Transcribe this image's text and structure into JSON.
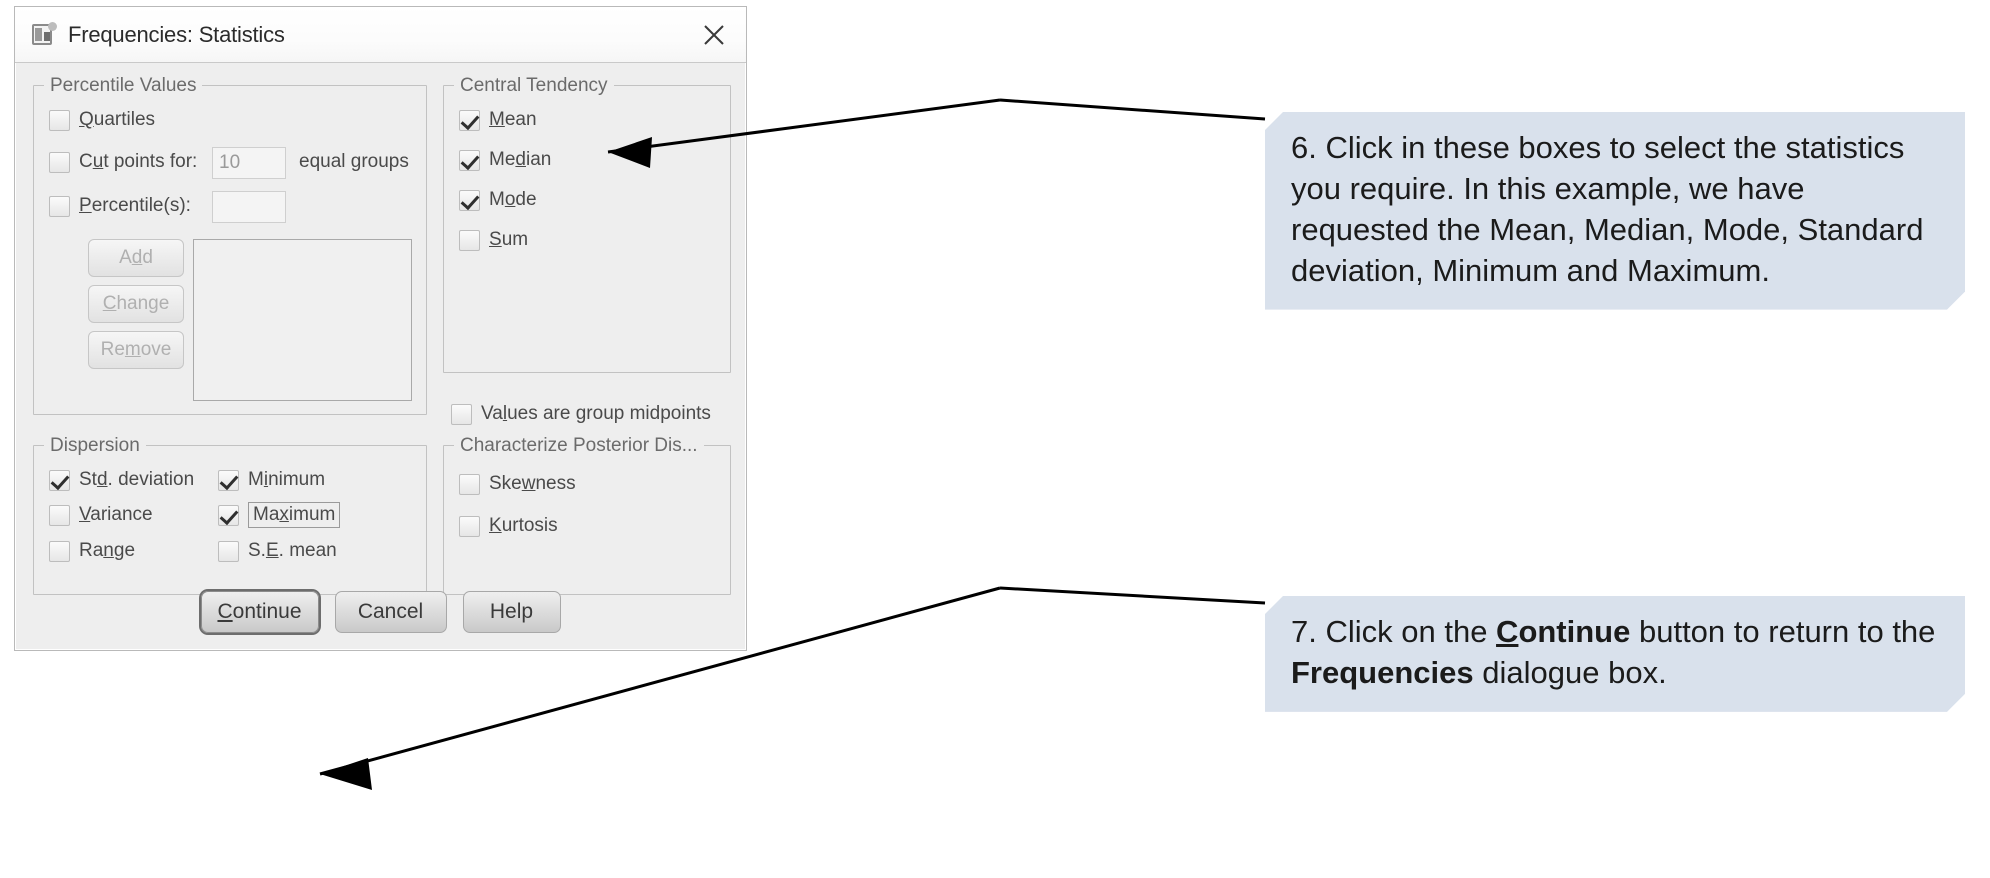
{
  "window": {
    "title": "Frequencies: Statistics",
    "icon": "spss-dialog-icon",
    "close_label": "×"
  },
  "groups": {
    "percentile_values": {
      "legend": "Percentile Values",
      "checkboxes": [
        {
          "label_pre": "",
          "mnemonic": "Q",
          "label_post": "uartiles",
          "checked": false
        },
        {
          "label_pre": "C",
          "mnemonic": "u",
          "label_post": "t points for:",
          "checked": false
        },
        {
          "label_pre": "",
          "mnemonic": "P",
          "label_post": "ercentile(s):",
          "checked": false
        }
      ],
      "cutpoints_value": "10",
      "cutpoints_suffix": "equal groups",
      "percentile_value": "",
      "buttons": [
        {
          "label_pre": "A",
          "mnemonic": "d",
          "label_post": "d",
          "enabled": false
        },
        {
          "label_pre": "",
          "mnemonic": "C",
          "label_post": "hange",
          "enabled": false
        },
        {
          "label_pre": "Re",
          "mnemonic": "m",
          "label_post": "ove",
          "enabled": false
        }
      ],
      "list_items": []
    },
    "central_tendency": {
      "legend": "Central Tendency",
      "checkboxes": [
        {
          "label_pre": "",
          "mnemonic": "M",
          "label_post": "ean",
          "checked": true
        },
        {
          "label_pre": "Me",
          "mnemonic": "d",
          "label_post": "ian",
          "checked": true
        },
        {
          "label_pre": "M",
          "mnemonic": "o",
          "label_post": "de",
          "checked": true
        },
        {
          "label_pre": "",
          "mnemonic": "S",
          "label_post": "um",
          "checked": false
        }
      ]
    },
    "values_are_group_midpoints": {
      "label_pre": "Va",
      "mnemonic": "l",
      "label_post": "ues are group midpoints",
      "checked": false
    },
    "dispersion": {
      "legend": "Dispersion",
      "checkboxes": [
        {
          "label_pre": "St",
          "mnemonic": "d",
          "label_post": ". deviation",
          "checked": true,
          "focused": false
        },
        {
          "label_pre": "M",
          "mnemonic": "i",
          "label_post": "nimum",
          "checked": true,
          "focused": false
        },
        {
          "label_pre": "",
          "mnemonic": "V",
          "label_post": "ariance",
          "checked": false,
          "focused": false
        },
        {
          "label_pre": "Ma",
          "mnemonic": "x",
          "label_post": "imum",
          "checked": true,
          "focused": true
        },
        {
          "label_pre": "Ra",
          "mnemonic": "n",
          "label_post": "ge",
          "checked": false,
          "focused": false
        },
        {
          "label_pre": "S.",
          "mnemonic": "E",
          "label_post": ". mean",
          "checked": false,
          "focused": false
        }
      ]
    },
    "characterize_posterior": {
      "legend": "Characterize Posterior Dis...",
      "checkboxes": [
        {
          "label_pre": "Ske",
          "mnemonic": "w",
          "label_post": "ness",
          "checked": false
        },
        {
          "label_pre": "",
          "mnemonic": "K",
          "label_post": "urtosis",
          "checked": false
        }
      ]
    }
  },
  "dialog_buttons": [
    {
      "label_pre": "",
      "mnemonic": "C",
      "label_post": "ontinue",
      "default": true
    },
    {
      "label_pre": "Cancel",
      "mnemonic": "",
      "label_post": "",
      "default": false
    },
    {
      "label_pre": "Help",
      "mnemonic": "",
      "label_post": "",
      "default": false
    }
  ],
  "annotations": [
    {
      "number": "6.",
      "text": "6. Click in these boxes to select the statistics you require. In this example, we have requested the Mean, Median, Mode, Standard deviation, Minimum and Maximum.",
      "target": "Median checkbox"
    },
    {
      "number": "7.",
      "line1_a": "7. Click on the ",
      "line1_b_mnemonic": "C",
      "line1_b_rest": "ontinue",
      "line1_c": " button",
      "line2_a": "to return to the ",
      "line2_b": "Frequencies",
      "line3": "dialogue box.",
      "target": "Continue button"
    }
  ],
  "colors": {
    "callout_bg": "#d9e1ec",
    "dialog_bg": "#eeeeee",
    "text": "#4a4a4a",
    "arrow": "#000000"
  }
}
